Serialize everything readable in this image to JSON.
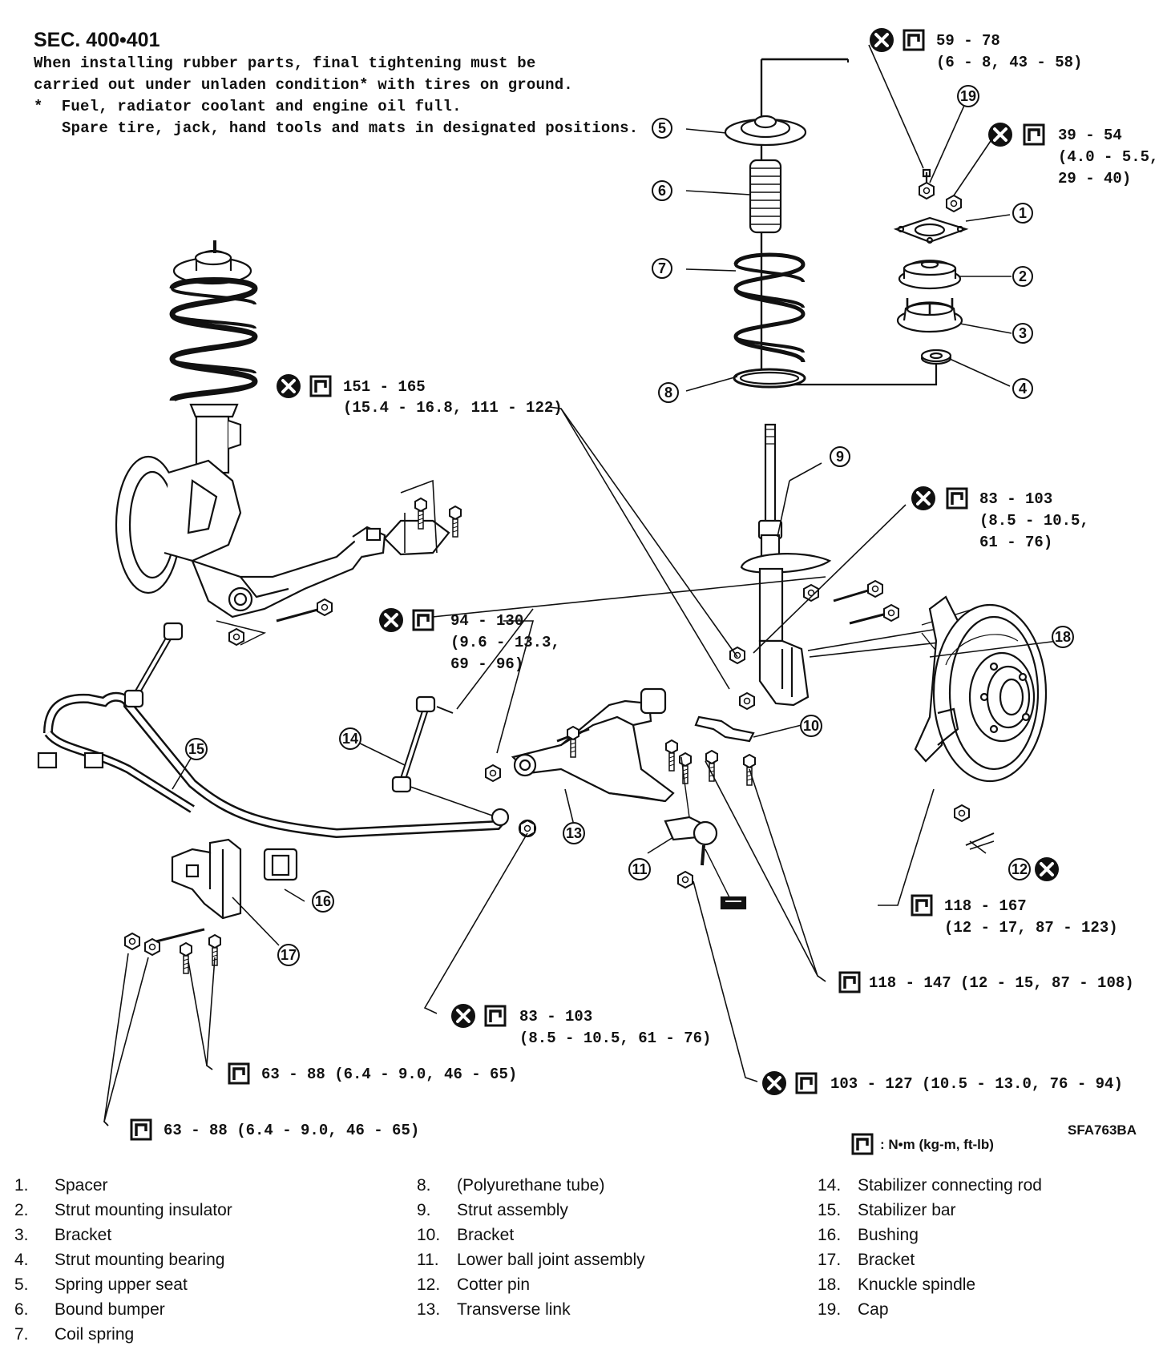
{
  "header": {
    "section": "SEC. 400•401",
    "line1": "When installing rubber parts, final tightening must be",
    "line2": "carried out under unladen condition* with tires on ground.",
    "line3": "*  Fuel, radiator coolant and engine oil full.",
    "line4": "Spare tire, jack, hand tools and mats in designated positions."
  },
  "torques": {
    "t1": "59 - 78",
    "t1b": "(6 - 8, 43 - 58)",
    "t2": "39 - 54",
    "t2b": "(4.0 - 5.5,",
    "t2c": "29 - 40)",
    "t3": "151 - 165",
    "t3b": "(15.4 - 16.8, 111 - 122)",
    "t4": "83 - 103",
    "t4b": "(8.5 - 10.5,",
    "t4c": "61 - 76)",
    "t5": "94 - 130",
    "t5b": "(9.6 - 13.3,",
    "t5c": "69 - 96)",
    "t6": "118 - 167",
    "t6b": "(12 - 17, 87 - 123)",
    "t7": "118 - 147 (12 - 15, 87 - 108)",
    "t8": "83 - 103",
    "t8b": "(8.5 - 10.5, 61 - 76)",
    "t9": "103 - 127 (10.5 - 13.0, 76 - 94)",
    "t10": "63 - 88 (6.4 - 9.0, 46 - 65)",
    "t11": "63 - 88 (6.4 - 9.0, 46 - 65)"
  },
  "unit_note": ": N•m (kg-m, ft-lb)",
  "figure_code": "SFA763BA",
  "callouts": [
    "1",
    "2",
    "3",
    "4",
    "5",
    "6",
    "7",
    "8",
    "9",
    "10",
    "11",
    "12",
    "13",
    "14",
    "15",
    "16",
    "17",
    "18",
    "19"
  ],
  "legend": [
    {
      "num": "1.",
      "label": "Spacer"
    },
    {
      "num": "2.",
      "label": "Strut mounting insulator"
    },
    {
      "num": "3.",
      "label": "Bracket"
    },
    {
      "num": "4.",
      "label": "Strut mounting bearing"
    },
    {
      "num": "5.",
      "label": "Spring upper seat"
    },
    {
      "num": "6.",
      "label": "Bound bumper"
    },
    {
      "num": "7.",
      "label": "Coil spring"
    },
    {
      "num": "8.",
      "label": "(Polyurethane tube)"
    },
    {
      "num": "9.",
      "label": "Strut assembly"
    },
    {
      "num": "10.",
      "label": "Bracket"
    },
    {
      "num": "11.",
      "label": "Lower ball joint assembly"
    },
    {
      "num": "12.",
      "label": "Cotter pin"
    },
    {
      "num": "13.",
      "label": "Transverse link"
    },
    {
      "num": "14.",
      "label": "Stabilizer connecting rod"
    },
    {
      "num": "15.",
      "label": "Stabilizer bar"
    },
    {
      "num": "16.",
      "label": "Bushing"
    },
    {
      "num": "17.",
      "label": "Bracket"
    },
    {
      "num": "18.",
      "label": "Knuckle spindle"
    },
    {
      "num": "19.",
      "label": "Cap"
    }
  ],
  "icons": [
    "replace-x-icon",
    "torque-wrench-icon"
  ]
}
